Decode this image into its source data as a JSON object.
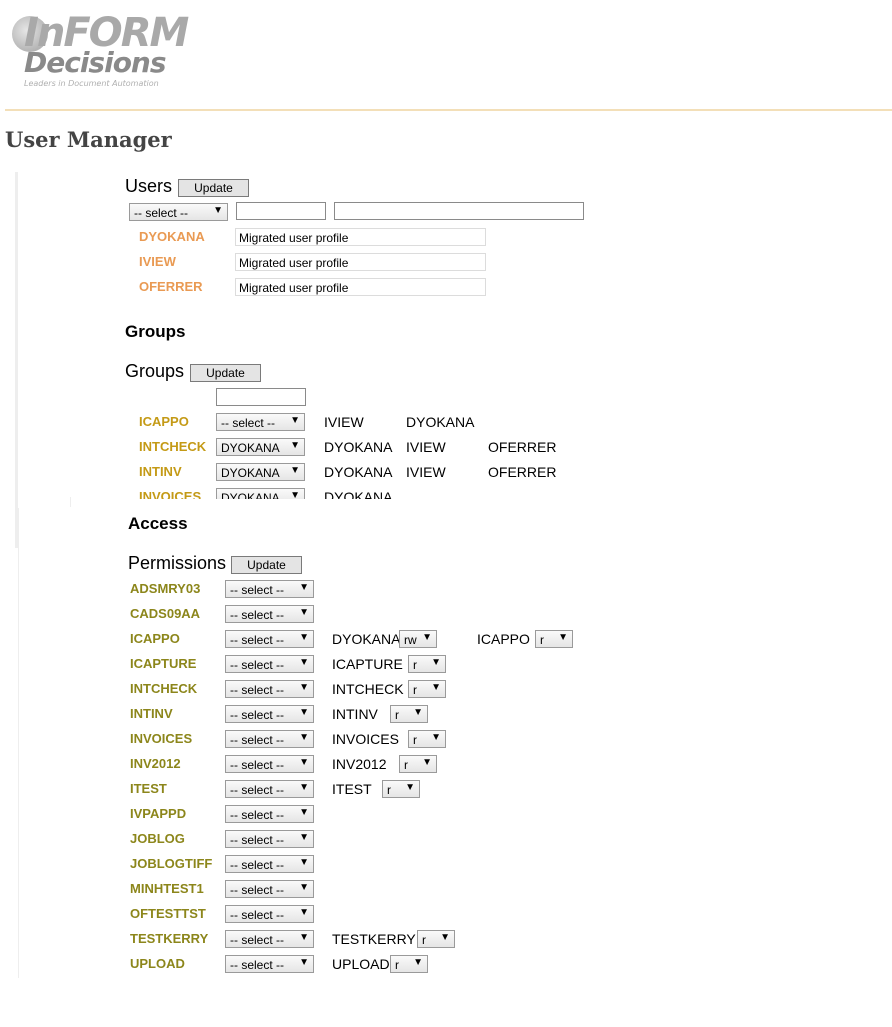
{
  "header": {
    "logo_top": "InFORM",
    "logo_bottom": "Decisions",
    "logo_tagline": "Leaders in Document Automation",
    "page_title": "User Manager"
  },
  "users": {
    "label": "Users",
    "update_label": "Update",
    "select_value": "-- select --",
    "list": [
      {
        "name": "DYOKANA",
        "desc": "Migrated user profile"
      },
      {
        "name": "IVIEW",
        "desc": "Migrated user profile"
      },
      {
        "name": "OFERRER",
        "desc": "Migrated user profile"
      }
    ]
  },
  "groups": {
    "heading": "Groups",
    "label": "Groups",
    "update_label": "Update",
    "rows": [
      {
        "name": "ICAPPO",
        "select": "-- select --",
        "members": [
          "IVIEW",
          "DYOKANA"
        ]
      },
      {
        "name": "INTCHECK",
        "select": "DYOKANA",
        "members": [
          "DYOKANA",
          "IVIEW",
          "OFERRER"
        ]
      },
      {
        "name": "INTINV",
        "select": "DYOKANA",
        "members": [
          "DYOKANA",
          "IVIEW",
          "OFERRER"
        ]
      },
      {
        "name": "INVOICES",
        "select": "DYOKANA",
        "members": [
          "DYOKANA"
        ]
      }
    ]
  },
  "access": {
    "heading": "Access",
    "label": "Permissions",
    "update_label": "Update",
    "rows": [
      {
        "name": "ADSMRY03",
        "select": "-- select --",
        "grants": []
      },
      {
        "name": "CADS09AA",
        "select": "-- select --",
        "grants": []
      },
      {
        "name": "ICAPPO",
        "select": "-- select --",
        "grants": [
          {
            "who": "DYOKANA",
            "perm": "rw"
          },
          {
            "who": "ICAPPO",
            "perm": "r"
          }
        ]
      },
      {
        "name": "ICAPTURE",
        "select": "-- select --",
        "grants": [
          {
            "who": "ICAPTURE",
            "perm": "r"
          }
        ]
      },
      {
        "name": "INTCHECK",
        "select": "-- select --",
        "grants": [
          {
            "who": "INTCHECK",
            "perm": "r"
          }
        ]
      },
      {
        "name": "INTINV",
        "select": "-- select --",
        "grants": [
          {
            "who": "INTINV",
            "perm": "r"
          }
        ]
      },
      {
        "name": "INVOICES",
        "select": "-- select --",
        "grants": [
          {
            "who": "INVOICES",
            "perm": "r"
          }
        ]
      },
      {
        "name": "INV2012",
        "select": "-- select --",
        "grants": [
          {
            "who": "INV2012",
            "perm": "r"
          }
        ]
      },
      {
        "name": "ITEST",
        "select": "-- select --",
        "grants": [
          {
            "who": "ITEST",
            "perm": "r"
          }
        ]
      },
      {
        "name": "IVPAPPD",
        "select": "-- select --",
        "grants": []
      },
      {
        "name": "JOBLOG",
        "select": "-- select --",
        "grants": []
      },
      {
        "name": "JOBLOGTIFF",
        "select": "-- select --",
        "grants": []
      },
      {
        "name": "MINHTEST1",
        "select": "-- select --",
        "grants": []
      },
      {
        "name": "OFTESTTST",
        "select": "-- select --",
        "grants": []
      },
      {
        "name": "TESTKERRY",
        "select": "-- select --",
        "grants": [
          {
            "who": "TESTKERRY",
            "perm": "r"
          }
        ]
      },
      {
        "name": "UPLOAD",
        "select": "-- select --",
        "grants": [
          {
            "who": "UPLOAD",
            "perm": "r"
          }
        ]
      }
    ]
  }
}
